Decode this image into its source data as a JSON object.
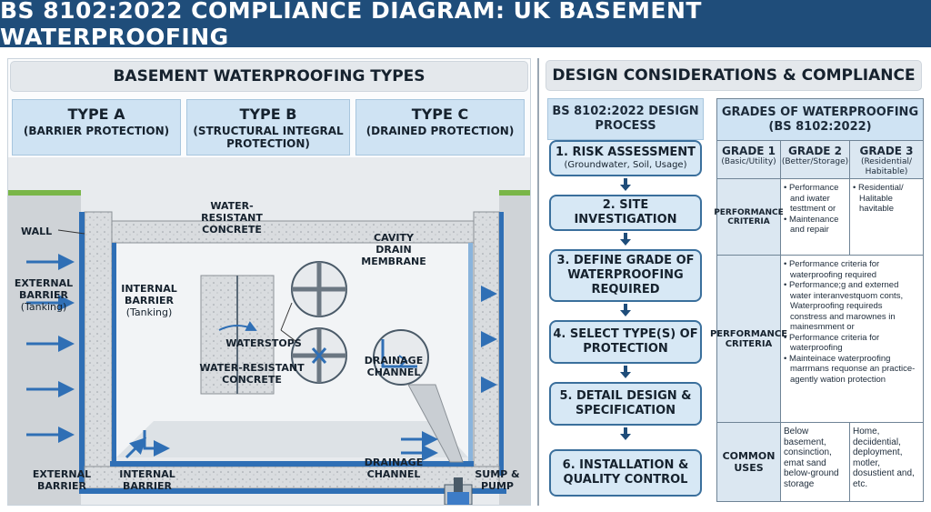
{
  "title": "BS 8102:2022 COMPLIANCE DIAGRAM: UK BASEMENT WATERPROOFING",
  "left": {
    "heading": "BASEMENT WATERPROOFING TYPES",
    "types": [
      {
        "title": "TYPE A",
        "subtitle": "(BARRIER PROTECTION)"
      },
      {
        "title": "TYPE B",
        "subtitle": "(STRUCTURAL INTEGRAL PROTECTION)"
      },
      {
        "title": "TYPE C",
        "subtitle": "(DRAINED PROTECTION)"
      }
    ],
    "labels": {
      "wall": "WALL",
      "external_barrier": "EXTERNAL BARRIER",
      "tanking1": "(Tanking)",
      "internal_barrier": "INTERNAL BARRIER",
      "tanking2": "(Tanking)",
      "water_resistant_concrete": "WATER-RESISTANT CONCRETE",
      "waterstops": "WATERSTOPS",
      "water_resistant_concrete_floor": "WATER-RESISTANT CONCRETE",
      "cavity_drain_membrane": "CAVITY DRAIN MEMBRANE",
      "drainage_channel_mid": "DRAINAGE CHANNEL",
      "drainage_channel_bottom": "DRAINAGE CHANNEL",
      "sump_pump": "SUMP & PUMP",
      "external_barrier_bottom": "EXTERNAL BARRIER",
      "internal_barrier_bottom": "INTERNAL BARRIER"
    }
  },
  "right": {
    "heading": "DESIGN CONSIDERATIONS & COMPLIANCE",
    "process_header": "BS 8102:2022 DESIGN PROCESS",
    "steps": [
      {
        "label": "1. RISK ASSESSMENT",
        "sub": "(Groundwater, Soil, Usage)"
      },
      {
        "label": "2. SITE INVESTIGATION",
        "sub": ""
      },
      {
        "label": "3. DEFINE GRADE OF WATERPROOFING REQUIRED",
        "sub": ""
      },
      {
        "label": "4. SELECT TYPE(S) OF PROTECTION",
        "sub": ""
      },
      {
        "label": "5. DETAIL DESIGN & SPECIFICATION",
        "sub": ""
      },
      {
        "label": "6. INSTALLATION & QUALITY CONTROL",
        "sub": ""
      }
    ],
    "grades": {
      "header": "GRADES OF WATERPROOFING (BS 8102:2022)",
      "columns": [
        {
          "title": "GRADE 1",
          "sub": "(Basic/Utility)"
        },
        {
          "title": "GRADE 2",
          "sub": "(Better/Storage)"
        },
        {
          "title": "GRADE 3",
          "sub": "(Residential/ Habitable)"
        }
      ],
      "rows": [
        {
          "head": "PERFORMANCE CRITERIA",
          "g2": [
            "Performance and iwater testtment or",
            "Maintenance and repair"
          ],
          "g3": [
            "Residential/ Halitable havitable"
          ]
        },
        {
          "head": "PERFORMANCE CRITERIA",
          "g23": [
            "Performance criteria for waterproofing required",
            "Performance;g and externed water interanvestquom conts, Waterproofing requireds constress and marownes in mainesmment or",
            "Performance criteria for waterproofing",
            "Mainteinace waterproofing marrmans requonse an practice-agently wation protection"
          ]
        },
        {
          "head": "COMMON USES",
          "g2": "Below basement, consinction, emat sand below-ground storage",
          "g3": "Home, deciidential, deployment, motler, dosustient and, etc."
        }
      ]
    }
  }
}
